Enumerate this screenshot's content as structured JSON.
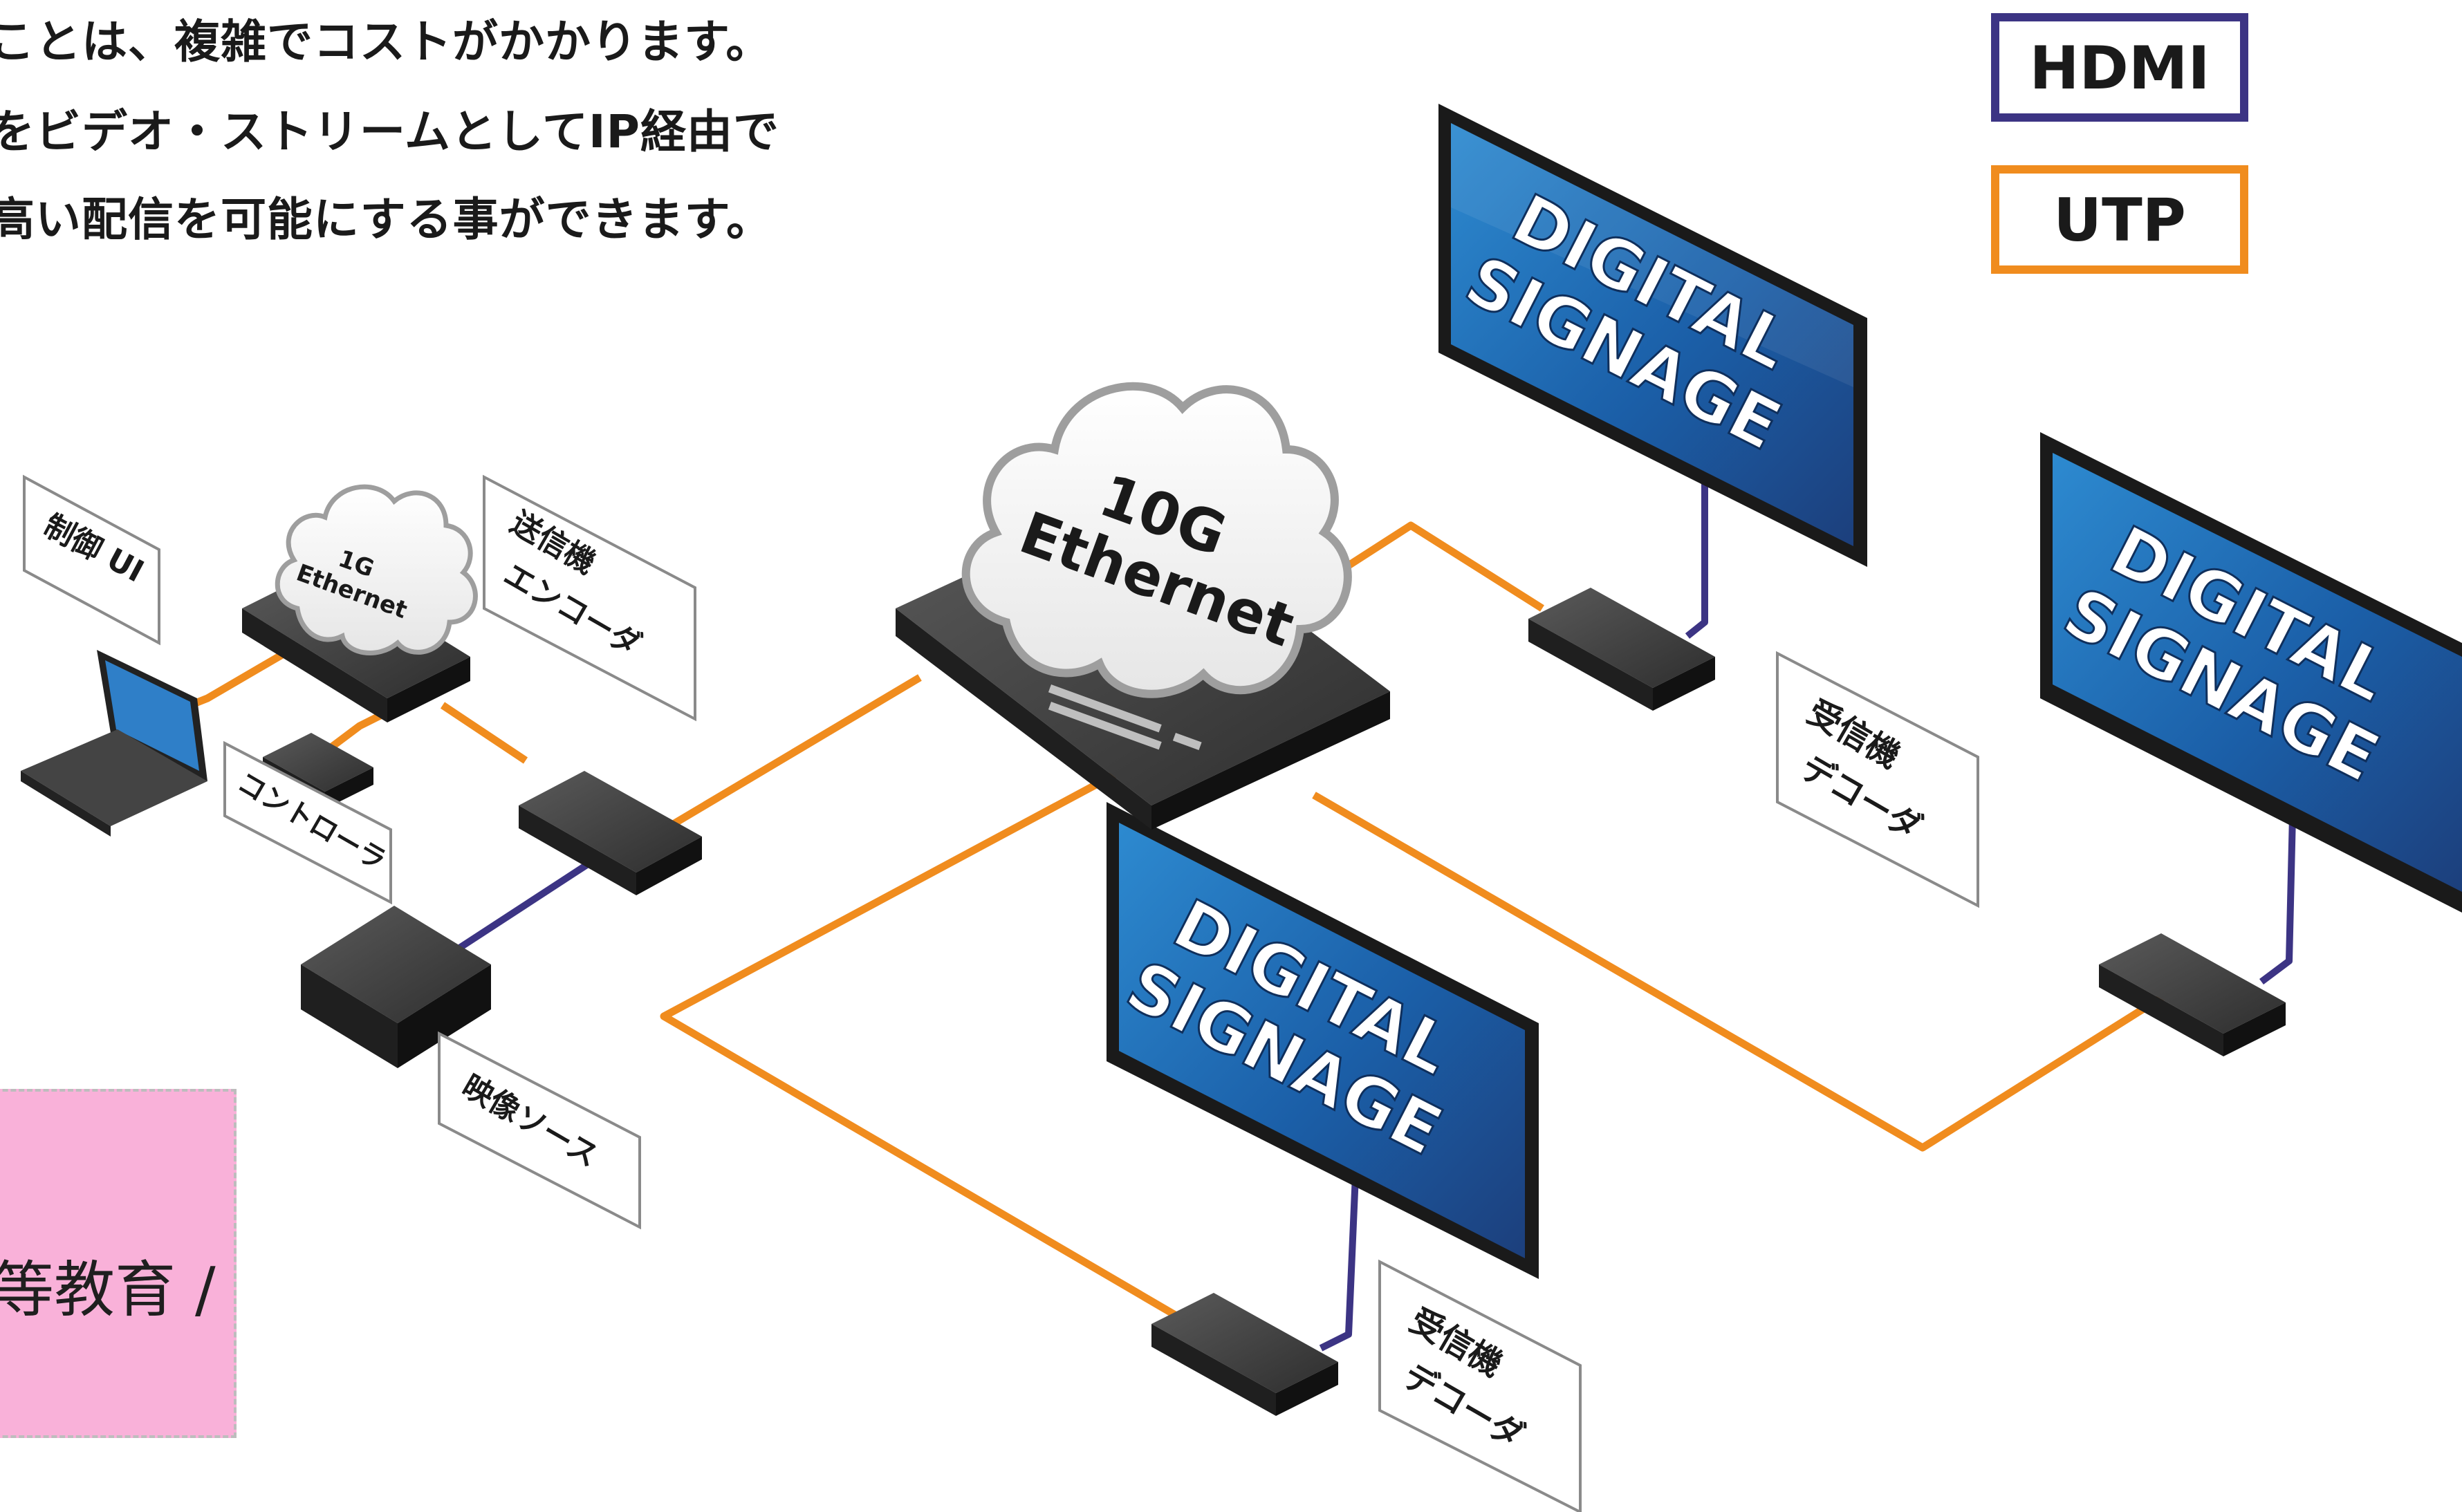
{
  "header_lines": [
    "ことは、複雑でコストがかかります。",
    "をビデオ・ストリームとしてIP経由で",
    "高い配信を可能にする事ができます。"
  ],
  "legend": {
    "hdmi": "HDMI",
    "utp": "UTP",
    "hdmi_color": "#3c3484",
    "utp_color": "#f08c1e"
  },
  "cloud_1g": {
    "line1": "1G",
    "line2": "Ethernet"
  },
  "cloud_10g": {
    "line1": "10G",
    "line2": "Ethernet"
  },
  "labels": {
    "control_ui": "制御 UI",
    "transmitter": [
      "送信機",
      "エンコーダ"
    ],
    "controller": "コントローラ",
    "video_source": "映像ソース",
    "receiver_1": [
      "受信機",
      "デコーダ"
    ],
    "receiver_2": [
      "受信機",
      "デコーダ"
    ]
  },
  "signage": [
    "DIGITAL",
    "SIGNAGE"
  ],
  "pink_box_text": "等教育 /"
}
